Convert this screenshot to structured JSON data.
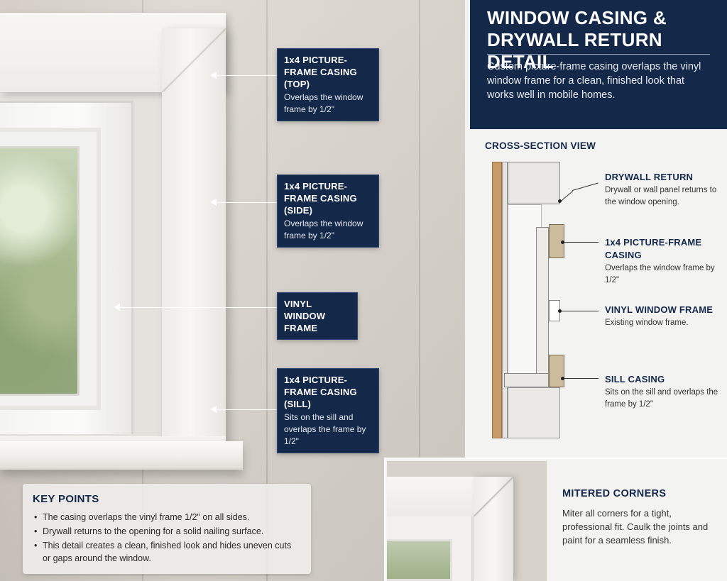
{
  "header": {
    "title": "WINDOW CASING & DRYWALL RETURN DETAIL",
    "subtitle": "Custom picture-frame casing overlaps the vinyl window frame for a clean, finished look that works well in mobile homes."
  },
  "photo_callouts": [
    {
      "title": "1x4 PICTURE-FRAME CASING (TOP)",
      "desc": "Overlaps the window frame by 1/2\""
    },
    {
      "title": "1x4 PICTURE-FRAME CASING (SIDE)",
      "desc": "Overlaps the window frame by 1/2\""
    },
    {
      "title": "VINYL WINDOW FRAME",
      "desc": ""
    },
    {
      "title": "1x4 PICTURE-FRAME CASING (SILL)",
      "desc": "Sits on the sill and overlaps the frame by 1/2\""
    }
  ],
  "key_points": {
    "title": "KEY POINTS",
    "items": [
      "The casing overlaps the vinyl frame 1/2\" on all sides.",
      "Drywall returns to the opening for a solid nailing surface.",
      "This detail creates a clean, finished look and hides uneven cuts or gaps around the window."
    ]
  },
  "cross_section": {
    "heading": "CROSS-SECTION VIEW",
    "labels": [
      {
        "title": "DRYWALL RETURN",
        "desc": "Drywall or wall panel returns to the window opening."
      },
      {
        "title": "1x4 PICTURE-FRAME CASING",
        "desc": "Overlaps the window frame by 1/2\""
      },
      {
        "title": "VINYL WINDOW FRAME",
        "desc": "Existing window frame."
      },
      {
        "title": "SILL CASING",
        "desc": "Sits on the sill and overlaps the frame by 1/2\""
      }
    ]
  },
  "mitered_corners": {
    "title": "MITERED CORNERS",
    "text": "Miter all corners for a tight, professional fit. Caulk the joints and paint for a seamless finish."
  },
  "colors": {
    "navy": "#14294a",
    "panel": "#f3f3f1",
    "wall": "#d9d4cc",
    "wood": "#c89a66"
  }
}
